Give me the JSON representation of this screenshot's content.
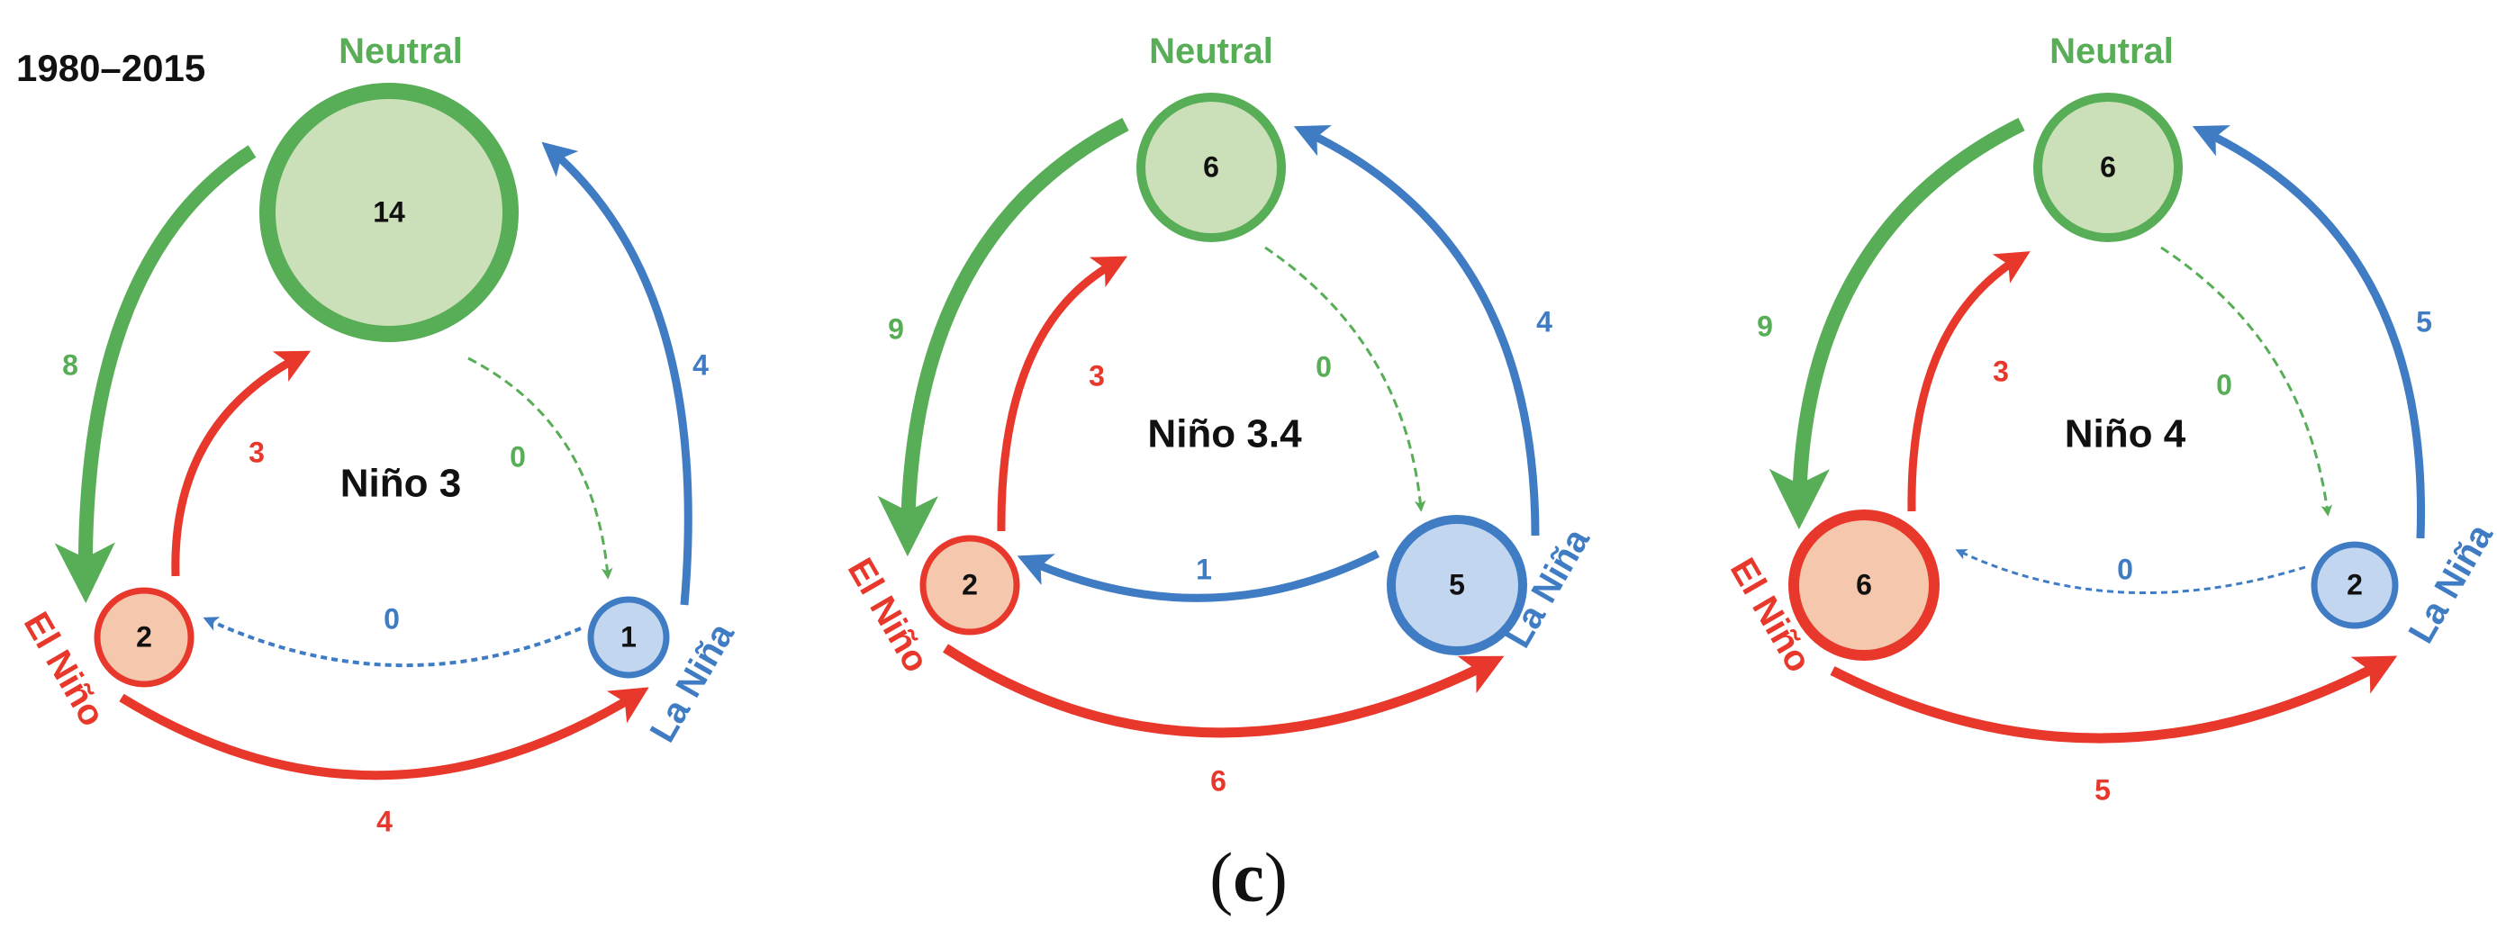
{
  "period_label": "1980–2015",
  "caption": {
    "open": "(",
    "letter": "c",
    "close": ")"
  },
  "colors": {
    "neutral": "#58ad57",
    "neutral_fill": "#cbe0b9",
    "el_nino": "#e8372b",
    "el_nino_fill": "#f5c8ad",
    "la_nina": "#3f7cc3",
    "la_nina_fill": "#c2d6ef",
    "text": "#111111"
  },
  "panels": [
    {
      "title": "Niño 3",
      "states": {
        "neutral": {
          "label": "Neutral",
          "count": "14"
        },
        "el_nino": {
          "label": "El Niño",
          "count": "2"
        },
        "la_nina": {
          "label": "La Niña",
          "count": "1"
        }
      },
      "transitions": {
        "neutral_to_el_nino": "8",
        "el_nino_to_neutral": "3",
        "neutral_to_la_nina": "0",
        "la_nina_to_neutral": "4",
        "la_nina_to_el_nino": "0",
        "el_nino_to_la_nina": "4"
      }
    },
    {
      "title": "Niño 3.4",
      "states": {
        "neutral": {
          "label": "Neutral",
          "count": "6"
        },
        "el_nino": {
          "label": "El Niño",
          "count": "2"
        },
        "la_nina": {
          "label": "La Niña",
          "count": "5"
        }
      },
      "transitions": {
        "neutral_to_el_nino": "9",
        "el_nino_to_neutral": "3",
        "neutral_to_la_nina": "0",
        "la_nina_to_neutral": "4",
        "la_nina_to_el_nino": "1",
        "el_nino_to_la_nina": "6"
      }
    },
    {
      "title": "Niño 4",
      "states": {
        "neutral": {
          "label": "Neutral",
          "count": "6"
        },
        "el_nino": {
          "label": "El Niño",
          "count": "6"
        },
        "la_nina": {
          "label": "La Niña",
          "count": "2"
        }
      },
      "transitions": {
        "neutral_to_el_nino": "9",
        "el_nino_to_neutral": "3",
        "neutral_to_la_nina": "0",
        "la_nina_to_neutral": "5",
        "la_nina_to_el_nino": "0",
        "el_nino_to_la_nina": "5"
      }
    }
  ]
}
